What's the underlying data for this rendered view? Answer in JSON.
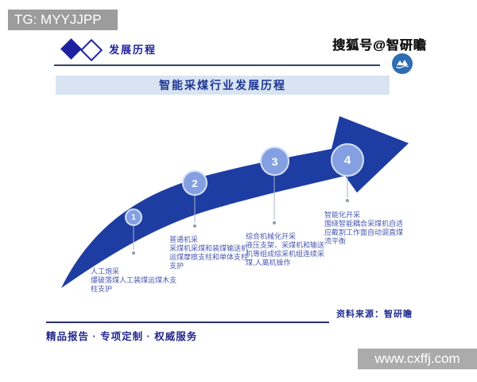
{
  "watermarks": {
    "tg_banner": "TG: MYYJJPP",
    "site_banner": "www.cxffj.com"
  },
  "header": {
    "section_label": "发展历程",
    "account_label": "搜狐号@智研瞻",
    "logo_icon": "mountain-wave-logo",
    "diamond_icon": "double-diamond-icon"
  },
  "title_banner": "智能采煤行业发展历程",
  "stages": [
    {
      "number": "1",
      "title": "人工炮采",
      "desc": "爆破落煤人工装煤运煤木支\n柱支护"
    },
    {
      "number": "2",
      "title": "普通机采",
      "desc": "采煤机采煤和装煤输送机\n运煤摩擦支柱和单体支柱\n支护"
    },
    {
      "number": "3",
      "title": "综合机械化开采",
      "desc": "液压支架、采煤机和输送\n机等组成综采机组连续采\n煤,人离机操作"
    },
    {
      "number": "4",
      "title": "智能化开采",
      "desc": "围绕智能耦合采煤机自适\n应截割工作面自动调直煤\n流平衡"
    }
  ],
  "footer": {
    "source": "资料来源：智研瞻",
    "tagline": "精品报告 · 专项定制 · 权威服务"
  },
  "colors": {
    "arrow_blue": "#1e3da2",
    "circle_fill": "#84a0e2",
    "circle_border": "#d4e0f6",
    "title_banner_bg": "#d8e4f2",
    "navy_text": "#20249c",
    "stage_text_blue": "#4a58ae",
    "watermark_gray": "#9c9c9c",
    "sohu_logo_blue": "#2e6cb3"
  }
}
